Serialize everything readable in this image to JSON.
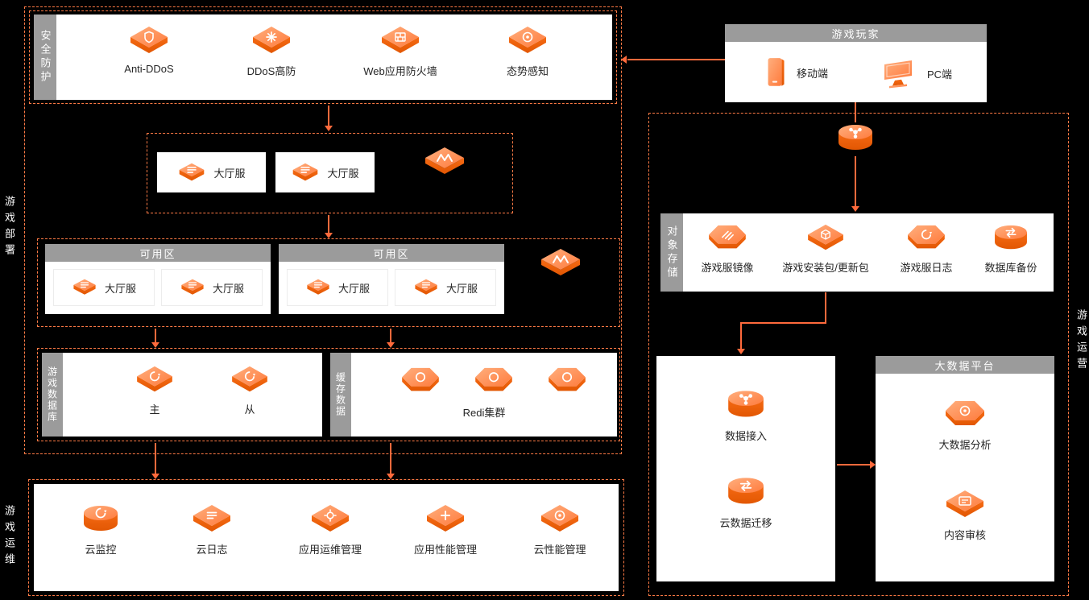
{
  "colors": {
    "background": "#000000",
    "accent": "#FF6A3C",
    "dashed_border": "#FF7A45",
    "panel": "#FFFFFF",
    "header_gray": "#9B9B9B",
    "label_text": "#262626",
    "icon_orange_light": "#FFAF7E",
    "icon_orange_dark": "#E25703"
  },
  "zone_labels": {
    "deploy": "游戏部署",
    "ops": "游戏运维",
    "operation": "游戏运营"
  },
  "security": {
    "tab": "安全防护",
    "items": [
      {
        "label": "Anti-DDoS",
        "icon": "anti-ddos-shield-icon"
      },
      {
        "label": "DDoS高防",
        "icon": "ddos-protection-icon"
      },
      {
        "label": "Web应用防火墙",
        "icon": "waf-icon"
      },
      {
        "label": "态势感知",
        "icon": "situation-awareness-icon"
      }
    ]
  },
  "lobby": {
    "servers": [
      {
        "label": "大厅服"
      },
      {
        "label": "大厅服"
      }
    ],
    "load_balancer_icon": "load-balancer-icon"
  },
  "availability_zones": [
    {
      "header": "可用区",
      "servers": [
        {
          "label": "大厅服"
        },
        {
          "label": "大厅服"
        }
      ]
    },
    {
      "header": "可用区",
      "servers": [
        {
          "label": "大厅服"
        },
        {
          "label": "大厅服"
        }
      ]
    }
  ],
  "az_load_balancer_icon": "load-balancer-icon",
  "database": {
    "tab": "游戏数据库",
    "items": [
      {
        "label": "主",
        "icon": "master-db-icon"
      },
      {
        "label": "从",
        "icon": "replica-db-icon"
      }
    ]
  },
  "cache": {
    "tab": "缓存数据",
    "cluster_label": "Redi集群",
    "node_icon": "redis-node-icon",
    "node_count": 3
  },
  "ops": {
    "items": [
      {
        "label": "云监控",
        "icon": "cloud-monitor-icon"
      },
      {
        "label": "云日志",
        "icon": "cloud-log-icon"
      },
      {
        "label": "应用运维管理",
        "icon": "app-ops-management-icon"
      },
      {
        "label": "应用性能管理",
        "icon": "app-performance-icon"
      },
      {
        "label": "云性能管理",
        "icon": "cloud-performance-icon"
      }
    ]
  },
  "players": {
    "header": "游戏玩家",
    "items": [
      {
        "label": "移动端",
        "icon": "mobile-icon"
      },
      {
        "label": "PC端",
        "icon": "pc-icon"
      }
    ]
  },
  "cdn_icon": "cdn-icon",
  "storage": {
    "tab": "对象存储",
    "items": [
      {
        "label": "游戏服镜像",
        "icon": "game-image-icon"
      },
      {
        "label": "游戏安装包/更新包",
        "icon": "install-package-icon"
      },
      {
        "label": "游戏服日志",
        "icon": "game-log-icon"
      },
      {
        "label": "数据库备份",
        "icon": "db-backup-icon"
      }
    ]
  },
  "data_pipeline": {
    "items": [
      {
        "label": "数据接入",
        "icon": "data-access-icon"
      },
      {
        "label": "云数据迁移",
        "icon": "data-migration-icon"
      }
    ]
  },
  "bigdata": {
    "header": "大数据平台",
    "items": [
      {
        "label": "大数据分析",
        "icon": "bigdata-analysis-icon"
      },
      {
        "label": "内容审核",
        "icon": "content-review-icon"
      }
    ]
  }
}
